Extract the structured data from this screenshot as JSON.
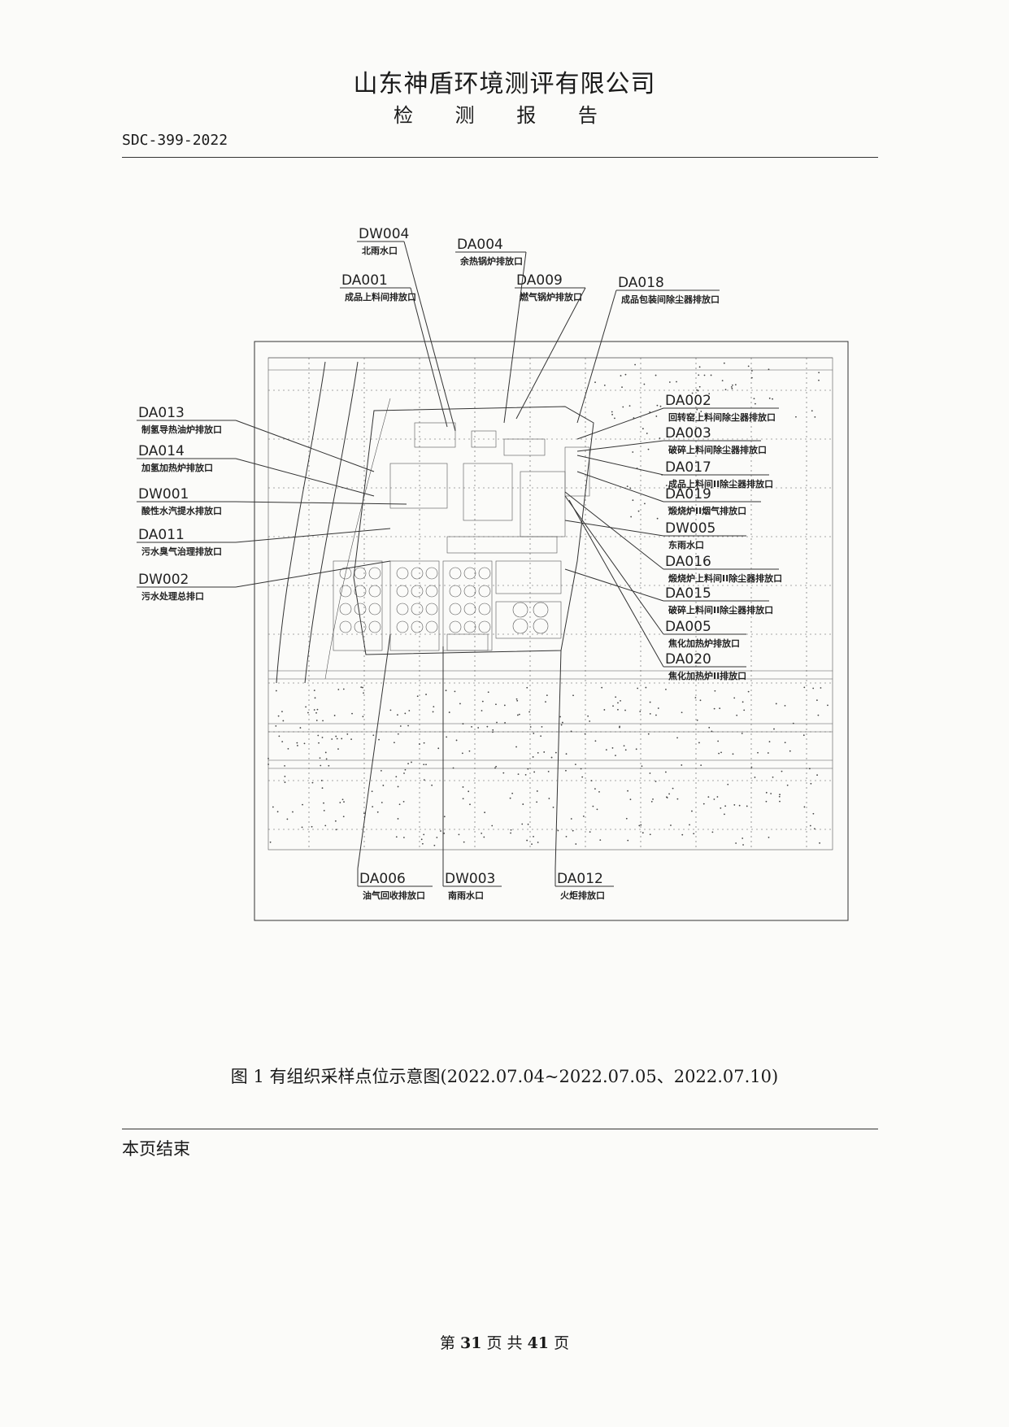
{
  "header": {
    "company": "山东神盾环境测评有限公司",
    "subtitle": "检 测 报 告",
    "doc_no": "SDC-399-2022"
  },
  "figure": {
    "caption": "图 1 有组织采样点位示意图(2022.07.04~2022.07.05、2022.07.10)",
    "labels": [
      {
        "code": "DW004",
        "desc": "北雨水口"
      },
      {
        "code": "DA004",
        "desc": "余热锅炉排放口"
      },
      {
        "code": "DA001",
        "desc": "成品上料间排放口"
      },
      {
        "code": "DA009",
        "desc": "燃气锅炉排放口"
      },
      {
        "code": "DA018",
        "desc": "成品包装间除尘器排放口"
      },
      {
        "code": "DA013",
        "desc": "制氢导热油炉排放口"
      },
      {
        "code": "DA014",
        "desc": "加氢加热炉排放口"
      },
      {
        "code": "DW001",
        "desc": "酸性水汽提水排放口"
      },
      {
        "code": "DA011",
        "desc": "污水臭气治理排放口"
      },
      {
        "code": "DW002",
        "desc": "污水处理总排口"
      },
      {
        "code": "DA002",
        "desc": "回转窑上料间除尘器排放口"
      },
      {
        "code": "DA003",
        "desc": "破碎上料间除尘器排放口"
      },
      {
        "code": "DA017",
        "desc": "成品上料间II除尘器排放口"
      },
      {
        "code": "DA019",
        "desc": "煅烧炉II烟气排放口"
      },
      {
        "code": "DW005",
        "desc": "东雨水口"
      },
      {
        "code": "DA016",
        "desc": "煅烧炉上料间II除尘器排放口"
      },
      {
        "code": "DA015",
        "desc": "破碎上料间II除尘器排放口"
      },
      {
        "code": "DA005",
        "desc": "焦化加热炉排放口"
      },
      {
        "code": "DA020",
        "desc": "焦化加热炉II排放口"
      },
      {
        "code": "DA006",
        "desc": "油气回收排放口"
      },
      {
        "code": "DW003",
        "desc": "南雨水口"
      },
      {
        "code": "DA012",
        "desc": "火炬排放口"
      }
    ]
  },
  "end_note": "本页结束",
  "footer": {
    "prefix": "第",
    "page": "31",
    "middle": "页 共",
    "total": "41",
    "suffix": "页"
  }
}
